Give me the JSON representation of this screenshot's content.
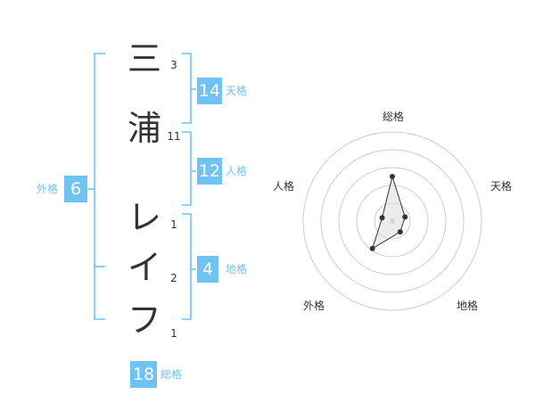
{
  "name": {
    "chars": [
      {
        "char": "三",
        "strokes": "3"
      },
      {
        "char": "浦",
        "strokes": "11"
      },
      {
        "char": "レ",
        "strokes": "1"
      },
      {
        "char": "イ",
        "strokes": "2"
      },
      {
        "char": "フ",
        "strokes": "1"
      }
    ]
  },
  "kakusu": {
    "tenkaku": {
      "value": "14",
      "label": "天格"
    },
    "jinkaku": {
      "value": "12",
      "label": "人格"
    },
    "chikaku": {
      "value": "4",
      "label": "地格"
    },
    "gaikaku": {
      "value": "6",
      "label": "外格"
    },
    "soukaku": {
      "value": "18",
      "label": "総格"
    }
  },
  "radar": {
    "axes": [
      "総格",
      "天格",
      "地格",
      "外格",
      "人格"
    ],
    "values": [
      0.5,
      0.15,
      0.15,
      0.38,
      0.12
    ],
    "rings": 5,
    "line_color": "#333333",
    "ring_color": "#cccccc",
    "fill_color": "#dddddd"
  },
  "colors": {
    "accent": "#6fc3f2",
    "text": "#333333"
  }
}
